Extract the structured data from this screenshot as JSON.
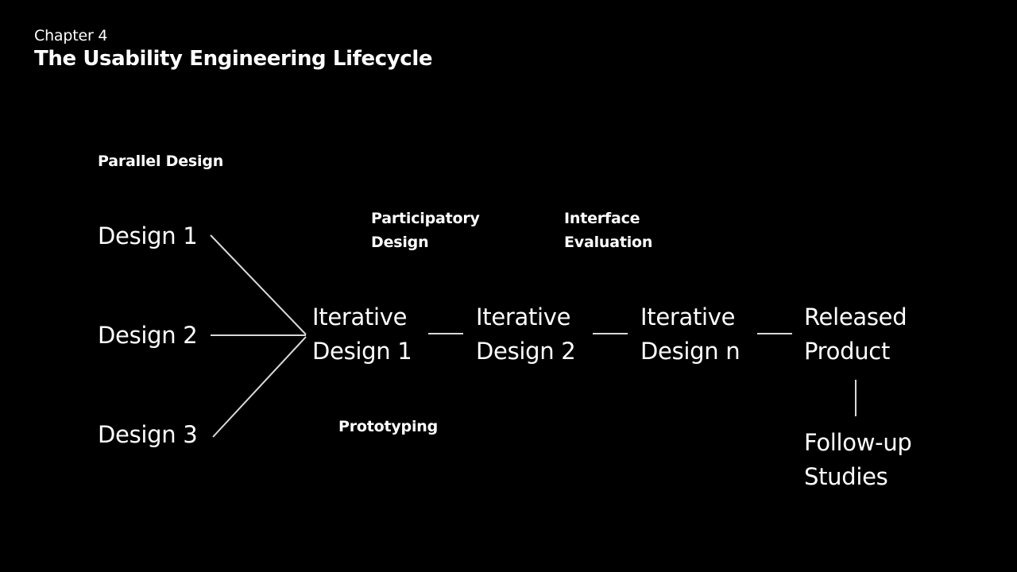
{
  "header": {
    "chapter": "Chapter 4",
    "title": "The Usability Engineering Lifecycle"
  },
  "annotations": {
    "parallel_design": "Parallel Design",
    "participatory_design": [
      "Participatory",
      "Design"
    ],
    "interface_evaluation": [
      "Interface",
      "Evaluation"
    ],
    "prototyping": "Prototyping"
  },
  "nodes": {
    "design_1": "Design 1",
    "design_2": "Design 2",
    "design_3": "Design 3",
    "iterative_1": [
      "Iterative",
      "Design 1"
    ],
    "iterative_2": [
      "Iterative",
      "Design 2"
    ],
    "iterative_n": [
      "Iterative",
      "Design n"
    ],
    "released": [
      "Released",
      "Product"
    ],
    "followup": [
      "Follow-up",
      "Studies"
    ]
  },
  "colors": {
    "background": "#000000",
    "text": "#ffffff",
    "connector": "#d9d9d9"
  }
}
